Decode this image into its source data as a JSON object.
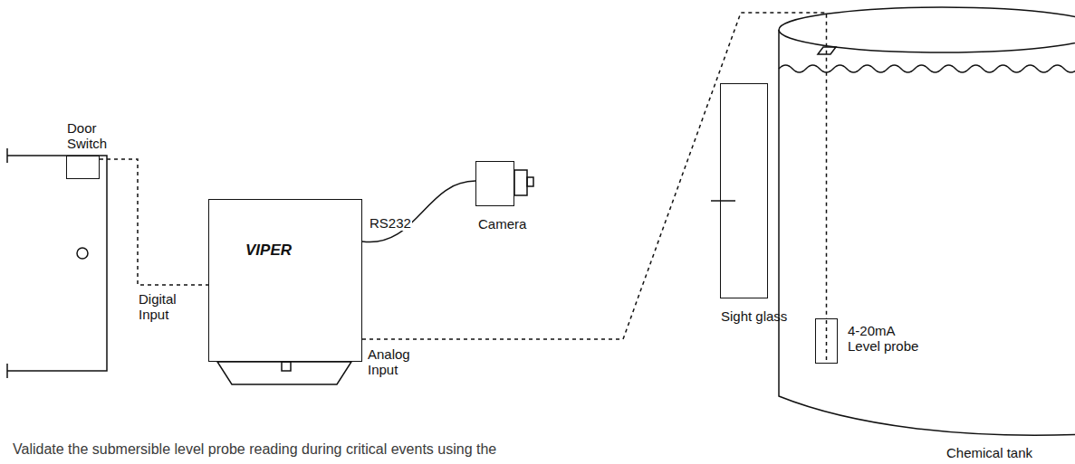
{
  "diagram": {
    "caption": "Validate the submersible level probe reading during critical events using the",
    "nodes": [
      {
        "text": [
          "Door Switch"
        ]
      },
      {
        "text": [
          "VIPER"
        ]
      },
      {
        "text": [
          "Camera"
        ]
      },
      {
        "text": [
          "Sight glass"
        ]
      },
      {
        "text": [
          "Chemical tank"
        ]
      },
      {
        "text": [
          "4-20mA Level probe"
        ],
        "in": 4
      }
    ],
    "edges": [
      {
        "from": 0,
        "to": 1,
        "label": "Digital Input",
        "arrow": "none"
      },
      {
        "from": 1,
        "to": 2,
        "label": "RS232",
        "arrow": "none"
      },
      {
        "from": 1,
        "to": 5,
        "label": "Analog Input",
        "arrow": "none"
      }
    ]
  }
}
